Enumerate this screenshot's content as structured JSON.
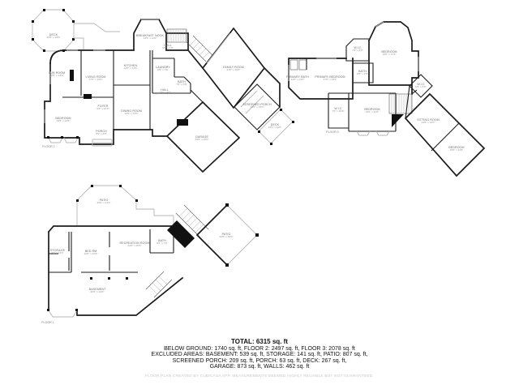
{
  "summary": {
    "total": "TOTAL: 6315 sq. ft",
    "line1": "BELOW GROUND: 1740 sq. ft, FLOOR 2: 2497 sq. ft, FLOOR 3: 2078 sq. ft",
    "line2": "EXCLUDED AREAS: BASEMENT: 539 sq. ft, STORAGE: 141 sq. ft, PATIO: 807 sq. ft,",
    "line3": "SCREENED PORCH: 209 sq. ft, PORCH: 63 sq. ft, DECK: 267 sq. ft,",
    "line4": "GARAGE: 873 sq. ft, WALLS: 462 sq. ft",
    "disclaimer": "FLOOR PLAN CREATED BY CUBICASA APP. MEASUREMENTS DEEMED HIGHLY RELIABLE BUT NOT GUARANTEED."
  },
  "colors": {
    "wall": "#1c1c1c",
    "outdoor_outline": "#b7b7b7",
    "label": "#6a6a6a",
    "background": "#ffffff"
  },
  "plans": {
    "floor2": {
      "tag": "FLOOR 2",
      "rooms": [
        {
          "label": "DECK",
          "dims": "24'0\" x 16'6\""
        },
        {
          "label": "BREAKFAST NOOK",
          "dims": "13'6\" x 11'0\""
        },
        {
          "label": "HALL",
          "dims": "9'0\" x 7'0\""
        },
        {
          "label": "SUN ROOM",
          "dims": "10'6\" x 13'0\""
        },
        {
          "label": "LIVING ROOM",
          "dims": "17'0\" x 15'6\""
        },
        {
          "label": "KITCHEN",
          "dims": "14'6\" x 13'6\""
        },
        {
          "label": "LAUNDRY",
          "dims": "8'6\" x 7'6\""
        },
        {
          "label": "BATH",
          "dims": "7'0\" x 5'6\""
        },
        {
          "label": "HALL",
          "dims": "10'0\" x 4'0\""
        },
        {
          "label": "FAMILY ROOM",
          "dims": "21'0\" x 19'6\""
        },
        {
          "label": "SCREENED PORCH",
          "dims": "16'0\" x 13'0\""
        },
        {
          "label": "DECK",
          "dims": "13'0\" x 11'0\""
        },
        {
          "label": "GARAGE",
          "dims": "29'6\" x 25'0\""
        },
        {
          "label": "DINING ROOM",
          "dims": "14'6\" x 13'0\""
        },
        {
          "label": "FOYER",
          "dims": "9'6\" x 12'0\""
        },
        {
          "label": "PORCH",
          "dims": "8'0\" x 6'6\""
        },
        {
          "label": "BEDROOM",
          "dims": "14'6\" x 13'6\""
        }
      ]
    },
    "floor3": {
      "tag": "FLOOR 3",
      "rooms": [
        {
          "label": "BEDROOM",
          "dims": "15'6\" x 17'0\""
        },
        {
          "label": "W.I.C",
          "dims": "7'6\" x 6'6\""
        },
        {
          "label": "BATH",
          "dims": "8'0\" x 7'0\""
        },
        {
          "label": "PRIMARY BATH",
          "dims": "12'6\" x 13'0\""
        },
        {
          "label": "PRIMARY BEDROOM",
          "dims": "17'6\" x 15'0\""
        },
        {
          "label": "W.I.C",
          "dims": "7'0\" x 10'6\""
        },
        {
          "label": "BEDROOM",
          "dims": "14'6\" x 12'6\""
        },
        {
          "label": "W.I.C",
          "dims": "6'6\" x 6'6\""
        },
        {
          "label": "SITTING ROOM",
          "dims": "14'6\" x 12'0\""
        },
        {
          "label": "BEDROOM",
          "dims": "15'6\" x 13'6\""
        }
      ]
    },
    "floor1": {
      "tag": "FLOOR 1",
      "rooms": [
        {
          "label": "PATIO",
          "dims": "40'6\" x 21'0\""
        },
        {
          "label": "STORAGE",
          "dims": "9'0\" x 12'6\""
        },
        {
          "label": "BED RM",
          "dims": "12'0\" x 12'6\""
        },
        {
          "label": "RECREATION ROOM",
          "dims": "24'0\" x 15'6\""
        },
        {
          "label": "BATH",
          "dims": "8'6\" x 7'0\""
        },
        {
          "label": "BASEMENT",
          "dims": "28'6\" x 14'0\""
        },
        {
          "label": "PATIO",
          "dims": "20'0\" x 19'0\""
        }
      ]
    }
  }
}
